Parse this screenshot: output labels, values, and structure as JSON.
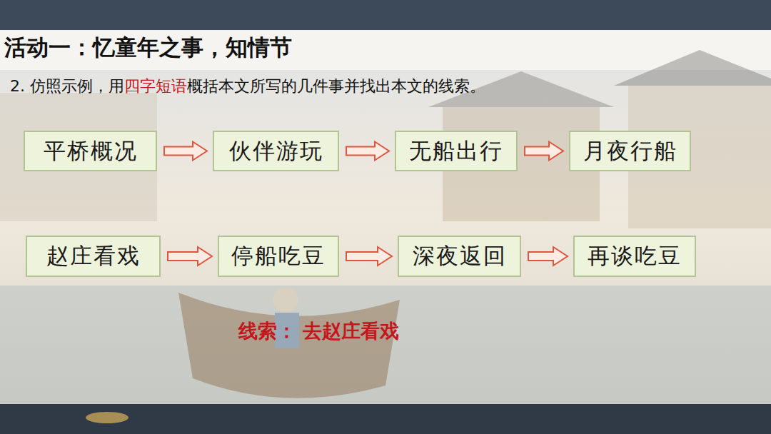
{
  "diagram": {
    "title": "活动一：忆童年之事，知情节",
    "nodes": [
      {
        "text": [
          "平桥概况"
        ]
      },
      {
        "text": [
          "伙伴游玩"
        ]
      },
      {
        "text": [
          "无船出行"
        ]
      },
      {
        "text": [
          "月夜行船"
        ]
      },
      {
        "text": [
          "赵庄看戏"
        ]
      },
      {
        "text": [
          "停船吃豆"
        ]
      },
      {
        "text": [
          "深夜返回"
        ]
      },
      {
        "text": [
          "再谈吃豆"
        ]
      }
    ],
    "edges": [
      {
        "from": 0,
        "to": 1,
        "arrow": "to"
      },
      {
        "from": 1,
        "to": 2,
        "arrow": "to"
      },
      {
        "from": 2,
        "to": 3,
        "arrow": "to"
      },
      {
        "from": 4,
        "to": 5,
        "arrow": "to"
      },
      {
        "from": 5,
        "to": 6,
        "arrow": "to"
      },
      {
        "from": 6,
        "to": 7,
        "arrow": "to"
      }
    ],
    "labels": [
      "2. 仿照示例，用",
      "四字短语",
      "概括本文所写的几件事并找出本文的线索。",
      "线索： 去赵庄看戏"
    ]
  }
}
